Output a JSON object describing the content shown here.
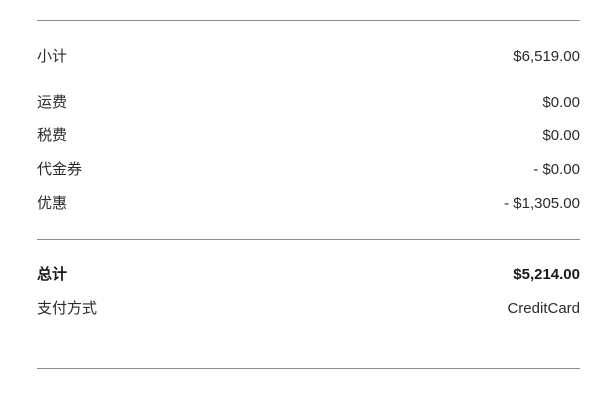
{
  "summary": {
    "subtotal": {
      "label": "小计",
      "value": "$6,519.00"
    },
    "shipping": {
      "label": "运费",
      "value": "$0.00"
    },
    "tax": {
      "label": "税费",
      "value": "$0.00"
    },
    "voucher": {
      "label": "代金券",
      "value": "- $0.00"
    },
    "discount": {
      "label": "优惠",
      "value": "- $1,305.00"
    },
    "total": {
      "label": "总计",
      "value": "$5,214.00"
    },
    "payment_method": {
      "label": "支付方式",
      "value": "CreditCard"
    }
  },
  "colors": {
    "divider": "#8c8c8c",
    "text": "#2b2b2b"
  }
}
